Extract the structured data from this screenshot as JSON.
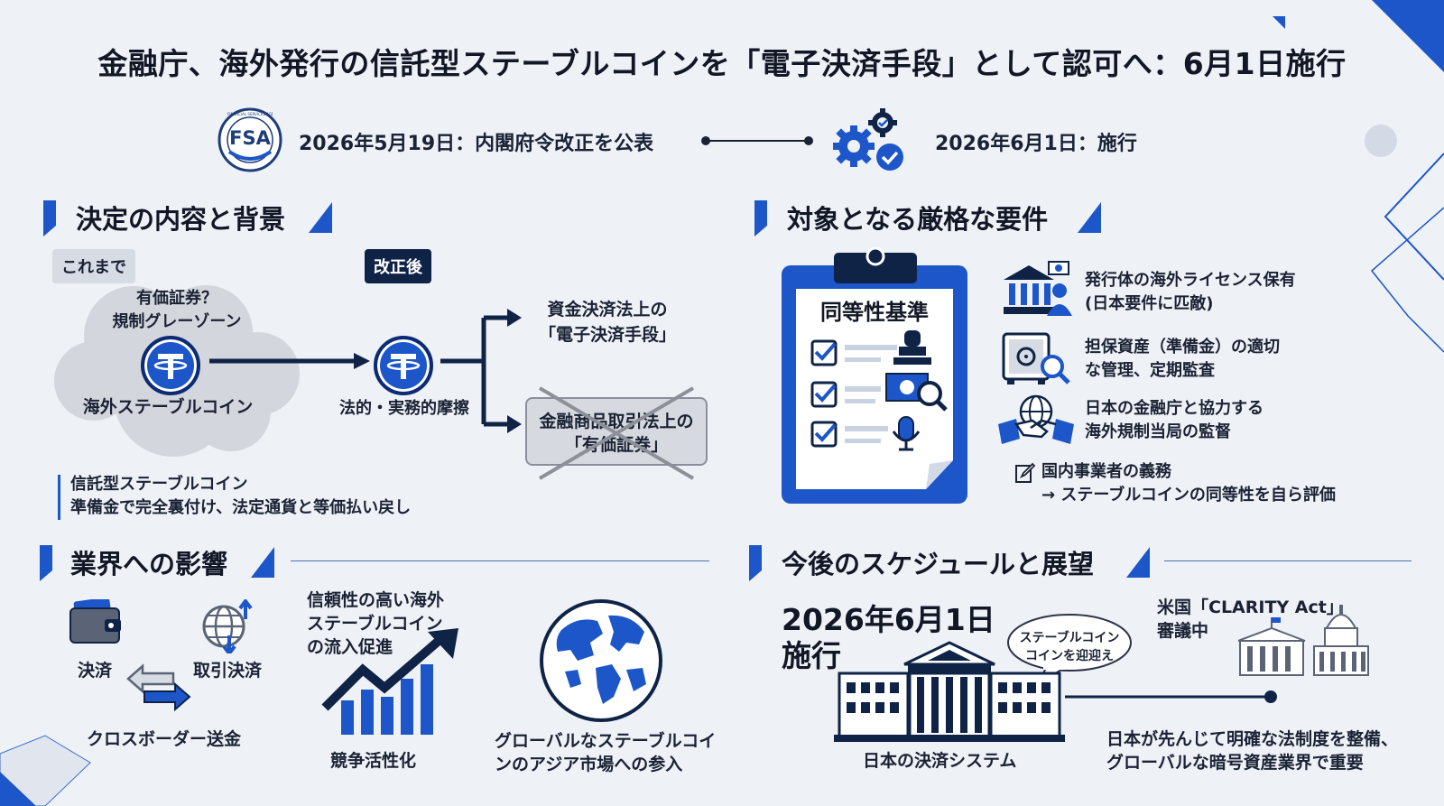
{
  "title": "金融庁、海外発行の信託型ステーブルコインを「電子決済手段」として認可へ：6月1日施行",
  "header": {
    "logo_text": "FSA",
    "logo_ring_text": "FINANCIAL SERVICES AGENCY",
    "date_left": "2026年5月19日：内閣府令改正を公表",
    "date_right": "2026年6月1日：施行"
  },
  "sec1": {
    "title": "決定の内容と背景",
    "tag_before": "これまで",
    "tag_after": "改正後",
    "cloud_line1": "有価証券？",
    "cloud_line2": "規制グレーゾーン",
    "coin_label": "海外ステーブルコイン",
    "friction_label": "法的・実務的摩擦",
    "result_yes_1": "資金決済法上の",
    "result_yes_2": "「電子決済手段」",
    "result_no_1": "金融商品取引法上の",
    "result_no_2": "「有価証券」",
    "note_1": "信託型ステーブルコイン",
    "note_2": "準備金で完全裏付け、法定通貨と等価払い戻し"
  },
  "sec2": {
    "title": "対象となる厳格な要件",
    "board_title": "同等性基準",
    "req1_1": "発行体の海外ライセンス保有",
    "req1_2": "(日本要件に匹敵)",
    "req2_1": "担保資産（準備金）の適切",
    "req2_2": "な管理、定期監査",
    "req3_1": "日本の金融庁と協力する",
    "req3_2": "海外規制当局の監督",
    "duty_1": "国内事業者の義務",
    "duty_2": "→ ステーブルコインの同等性を自ら評価"
  },
  "sec3": {
    "title": "業界への影響",
    "payment": "決済",
    "trade": "取引決済",
    "crossborder": "クロスボーダー送金",
    "inflow_1": "信頼性の高い海外",
    "inflow_2": "ステーブルコイン",
    "inflow_3": "の流入促進",
    "competition": "競争活性化",
    "global_1": "グローバルなステーブルコイ",
    "global_2": "ンのアジア市場への参入"
  },
  "sec4": {
    "title": "今後のスケジュールと展望",
    "big_date_1": "2026年6月1日",
    "big_date_2": "施行",
    "bubble_1": "ステーブルコイン",
    "bubble_2": "コインを迎迎え",
    "us_1": "米国「CLARITY Act」",
    "us_2": "審議中",
    "jp_system": "日本の決済システム",
    "outlook_1": "日本が先んじて明確な法制度を整備、",
    "outlook_2": "グローバルな暗号資産業界で重要"
  },
  "colors": {
    "accent": "#1d56c9",
    "navy": "#0f2347",
    "background": "#eef1f6"
  }
}
